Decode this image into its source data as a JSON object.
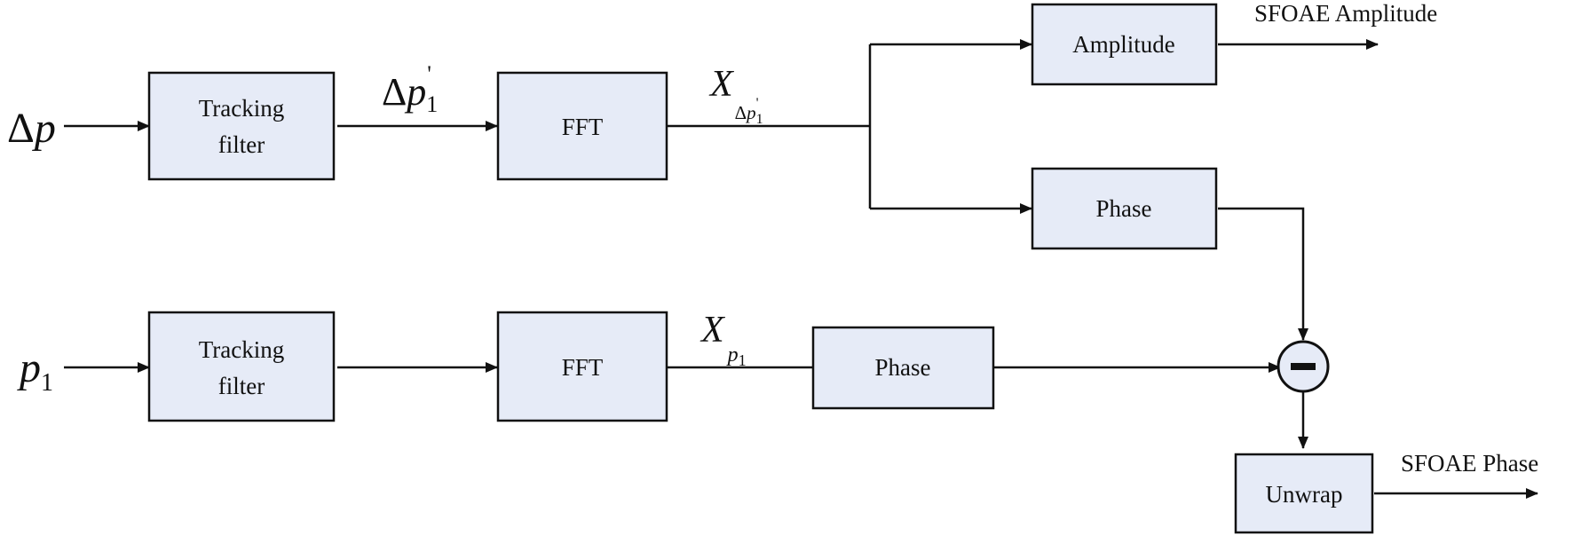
{
  "inputs": {
    "dp": {
      "main": "Δp",
      "symbol": "Δ",
      "var": "p"
    },
    "p1": {
      "main": "p",
      "sub": "1"
    }
  },
  "signals": {
    "dp1_prime": {
      "symbol": "Δ",
      "var": "p",
      "sub": "1",
      "prime": "'"
    },
    "x_dp1": {
      "var": "X",
      "sub_symbol": "Δ",
      "sub_var": "p",
      "sub_sub": "1",
      "sub_prime": "'"
    },
    "x_p1": {
      "var": "X",
      "sub_var": "p",
      "sub_sub": "1"
    }
  },
  "blocks": {
    "tracking_filter_1": {
      "line1": "Tracking",
      "line2": "filter"
    },
    "fft_1": {
      "label": "FFT"
    },
    "amplitude": {
      "label": "Amplitude"
    },
    "phase_1": {
      "label": "Phase"
    },
    "tracking_filter_2": {
      "line1": "Tracking",
      "line2": "filter"
    },
    "fft_2": {
      "label": "FFT"
    },
    "phase_2": {
      "label": "Phase"
    },
    "unwrap": {
      "label": "Unwrap"
    }
  },
  "subtractor": {
    "sign": "−"
  },
  "outputs": {
    "amplitude": "SFOAE Amplitude",
    "phase": "SFOAE Phase"
  },
  "colors": {
    "block_fill": "#e6ebf7",
    "line": "#111111"
  }
}
